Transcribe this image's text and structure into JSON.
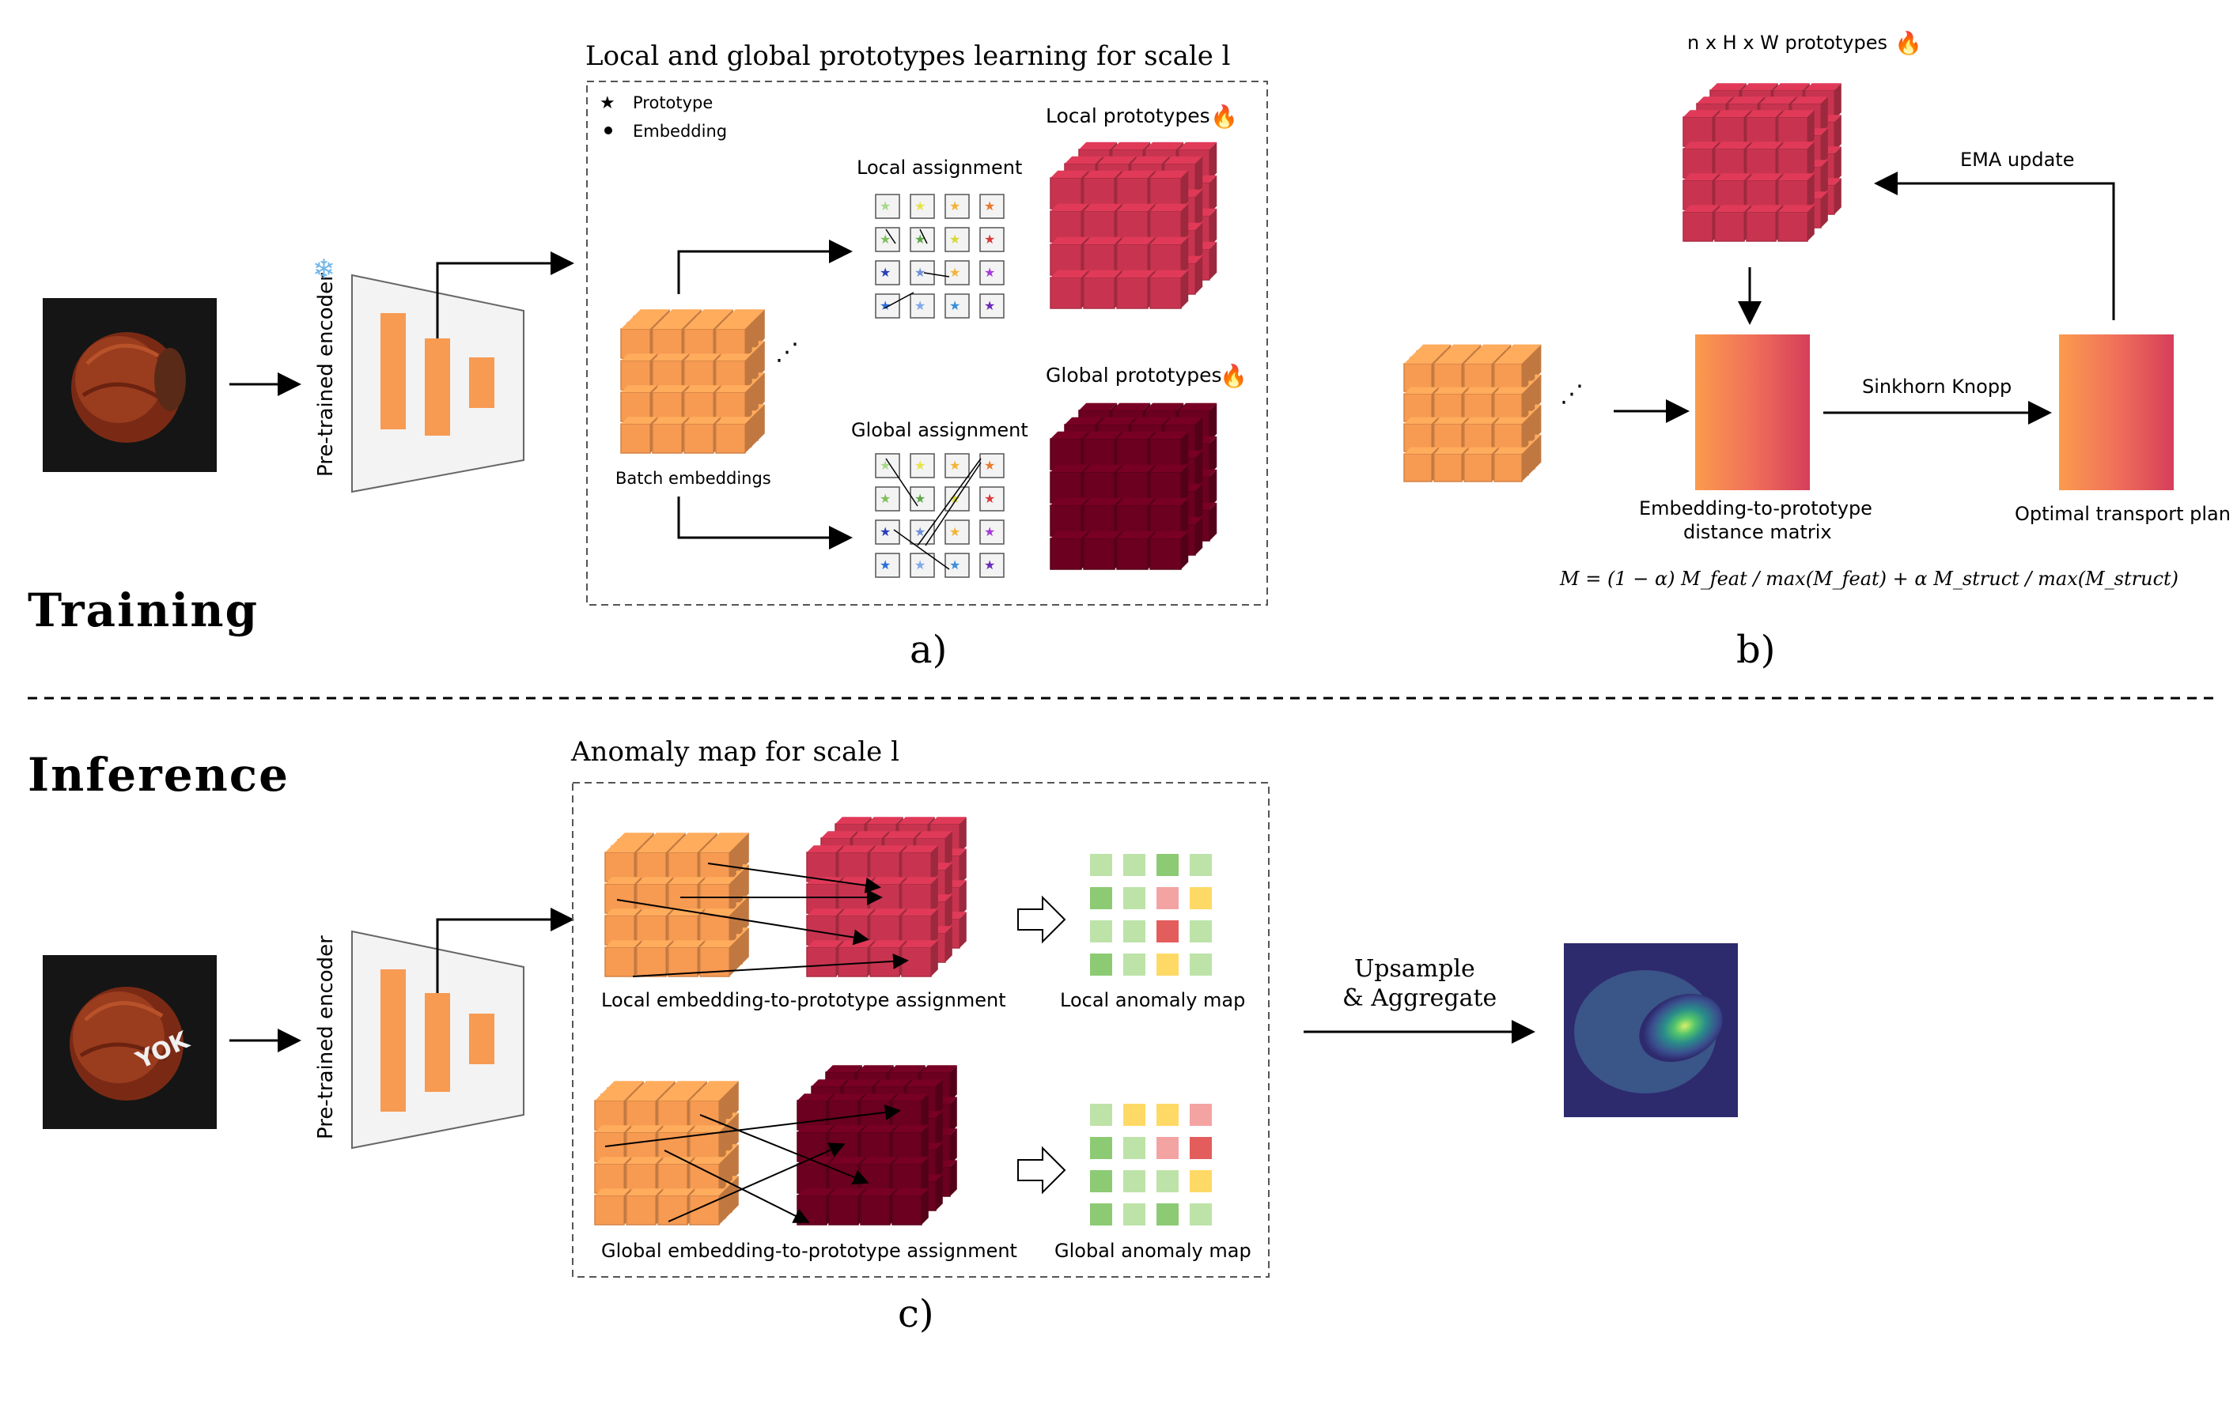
{
  "sections": {
    "training": "Training",
    "inference": "Inference"
  },
  "panel_a": {
    "title": "Local and global prototypes learning for scale l",
    "legend_prototype": "Prototype",
    "legend_embedding": "Embedding",
    "local_assignment": "Local assignment",
    "global_assignment": "Global assignment",
    "local_prototypes": "Local prototypes",
    "global_prototypes": "Global prototypes",
    "batch_embeddings": "Batch embeddings",
    "caption": "a)"
  },
  "panel_b": {
    "prototypes_title": "n x H x W prototypes",
    "ema_update": "EMA update",
    "sinkhorn": "Sinkhorn Knopp",
    "distance_matrix_line1": "Embedding-to-prototype",
    "distance_matrix_line2": "distance matrix",
    "transport_plan": "Optimal transport plan",
    "formula": "M = (1 − α) M_feat / max(M_feat) + α M_struct / max(M_struct)",
    "caption": "b)"
  },
  "panel_c": {
    "title": "Anomaly map for scale l",
    "local_assignment": "Local embedding-to-prototype assignment",
    "global_assignment": "Global embedding-to-prototype assignment",
    "local_map": "Local anomaly map",
    "global_map": "Global anomaly map",
    "upsample_line1": "Upsample",
    "upsample_line2": "& Aggregate",
    "caption": "c)"
  },
  "encoder_label": "Pre-trained encoder",
  "icons": {
    "frozen": "snowflake-icon",
    "trainable": "fire-icon"
  },
  "colors": {
    "embedding": "#f79a52",
    "local_prototype": "#c8344f",
    "global_prototype": "#6b0020",
    "encoder_fill": "#f3f3f3",
    "anomaly_high": "#e35d5d",
    "anomaly_mid": "#ffd35c",
    "anomaly_low": "#9fd38a"
  },
  "local_anomaly_map": [
    [
      "light",
      "light",
      "green",
      "light"
    ],
    [
      "green",
      "light",
      "pink",
      "yellow"
    ],
    [
      "light",
      "light",
      "red",
      "light"
    ],
    [
      "green",
      "light",
      "yellow",
      "light"
    ]
  ],
  "global_anomaly_map": [
    [
      "light",
      "yellow",
      "yellow",
      "pink"
    ],
    [
      "green",
      "light",
      "pink",
      "red"
    ],
    [
      "green",
      "light",
      "light",
      "yellow"
    ],
    [
      "green",
      "light",
      "green",
      "light"
    ]
  ]
}
